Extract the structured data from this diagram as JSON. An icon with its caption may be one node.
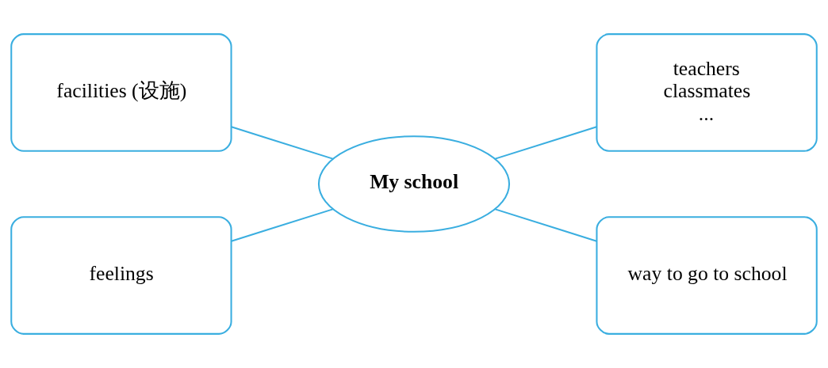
{
  "diagram": {
    "nodes": [
      {
        "text": [
          "facilities (设施)"
        ]
      },
      {
        "text": [
          "teachers",
          "classmates",
          "..."
        ]
      },
      {
        "text": [
          "My school"
        ]
      },
      {
        "text": [
          "feelings"
        ]
      },
      {
        "text": [
          "way to go to school"
        ]
      }
    ],
    "edges": [
      {
        "from": 0,
        "to": 2,
        "arrow": "none"
      },
      {
        "from": 2,
        "to": 1,
        "arrow": "none"
      },
      {
        "from": 3,
        "to": 2,
        "arrow": "none"
      },
      {
        "from": 2,
        "to": 4,
        "arrow": "none"
      }
    ]
  }
}
